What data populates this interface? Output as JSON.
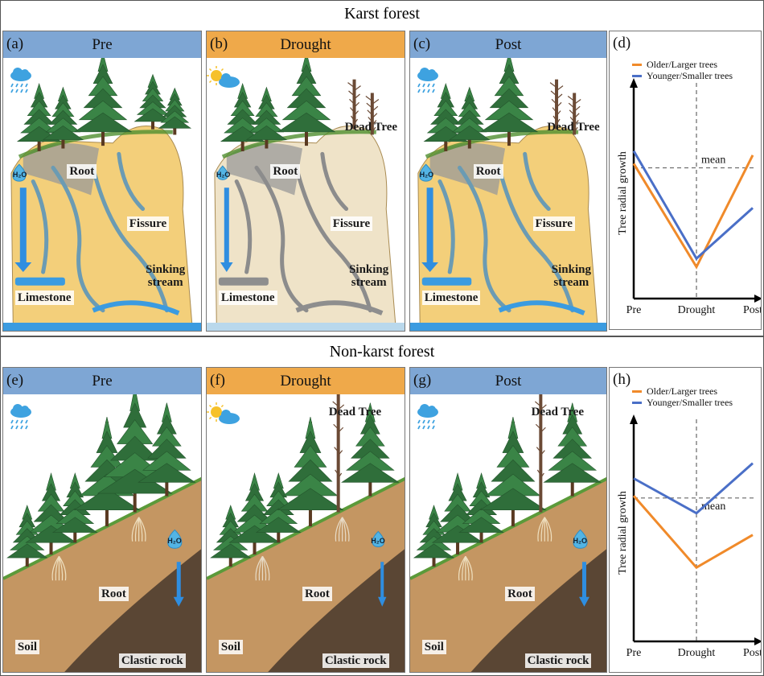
{
  "sections": [
    {
      "title": "Karst forest",
      "panels": [
        {
          "tag": "(a)",
          "title": "Pre",
          "weather": "rain",
          "labels": [
            "Root",
            "Fissure",
            "Sinking stream",
            "Limestone"
          ],
          "water_label": "H₂O"
        },
        {
          "tag": "(b)",
          "title": "Drought",
          "weather": "sun",
          "labels": [
            "Root",
            "Fissure",
            "Sinking stream",
            "Limestone",
            "Dead Tree"
          ],
          "water_label": "H₂O"
        },
        {
          "tag": "(c)",
          "title": "Post",
          "weather": "rain",
          "labels": [
            "Root",
            "Fissure",
            "Sinking stream",
            "Limestone",
            "Dead Tree"
          ],
          "water_label": "H₂O"
        }
      ],
      "chart": {
        "tag": "(d)"
      }
    },
    {
      "title": "Non-karst forest",
      "panels": [
        {
          "tag": "(e)",
          "title": "Pre",
          "weather": "rain",
          "labels": [
            "Root",
            "Soil",
            "Clastic rock"
          ],
          "water_label": "H₂O"
        },
        {
          "tag": "(f)",
          "title": "Drought",
          "weather": "sun",
          "labels": [
            "Root",
            "Soil",
            "Clastic rock",
            "Dead Tree"
          ],
          "water_label": "H₂O"
        },
        {
          "tag": "(g)",
          "title": "Post",
          "weather": "rain",
          "labels": [
            "Root",
            "Soil",
            "Clastic rock",
            "Dead Tree"
          ],
          "water_label": "H₂O"
        }
      ],
      "chart": {
        "tag": "(h)"
      }
    }
  ],
  "colors": {
    "blue_header": "#7ea6d4",
    "orange_header": "#efa94a",
    "older": "#f08a2a",
    "younger": "#4a6fc7",
    "water": "#3b9be0",
    "limestone": "#f3cf7a",
    "soil": "#b98a57",
    "rock": "#5a4634"
  },
  "chart_data": [
    {
      "type": "line",
      "categories": [
        "Pre",
        "Drought",
        "Post"
      ],
      "ylabel": "Tree radial growth",
      "reference_line": {
        "label": "mean",
        "value": 0.62
      },
      "legend": "top",
      "series": [
        {
          "name": "Older/Larger trees",
          "color": "#f08a2a",
          "values": [
            0.64,
            0.15,
            0.68
          ]
        },
        {
          "name": "Younger/Smaller trees",
          "color": "#4a6fc7",
          "values": [
            0.7,
            0.19,
            0.43
          ]
        }
      ]
    },
    {
      "type": "line",
      "categories": [
        "Pre",
        "Drought",
        "Post"
      ],
      "ylabel": "Tree radial growth",
      "reference_line": {
        "label": "mean",
        "value": 0.66
      },
      "legend": "top",
      "series": [
        {
          "name": "Older/Larger trees",
          "color": "#f08a2a",
          "values": [
            0.67,
            0.34,
            0.49
          ]
        },
        {
          "name": "Younger/Smaller trees",
          "color": "#4a6fc7",
          "values": [
            0.75,
            0.59,
            0.82
          ]
        }
      ]
    }
  ]
}
